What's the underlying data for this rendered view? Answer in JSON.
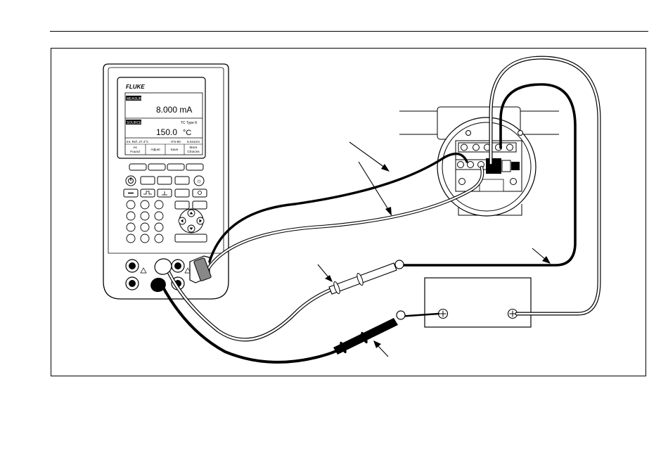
{
  "calibrator": {
    "brand": "FLUKE",
    "measure_tag": "MEASURE",
    "measure_value": "8.000 mA",
    "source_tag": "SOURCE",
    "tc_type": "TC Type K",
    "source_value": "150.0",
    "source_unit": "°C",
    "status_ref": "Int. Ref.  27.4°C",
    "status_scale": "ITS-90",
    "status_mv": "6.041mV",
    "softkeys": [
      {
        "line1": "As",
        "line2": "Found"
      },
      {
        "line1": "Adjust",
        "line2": ""
      },
      {
        "line1": "Save",
        "line2": ""
      },
      {
        "line1": "More",
        "line2": "Choices"
      }
    ]
  },
  "colors": {
    "line": "#000000",
    "background": "#ffffff",
    "lcd": "#ffffff"
  },
  "icons": [
    "power-icon",
    "backlight-icon",
    "thermometer-icon",
    "arrow-up-icon",
    "arrow-down-icon",
    "arrow-left-icon",
    "arrow-right-icon",
    "terminal-screw-icon"
  ]
}
